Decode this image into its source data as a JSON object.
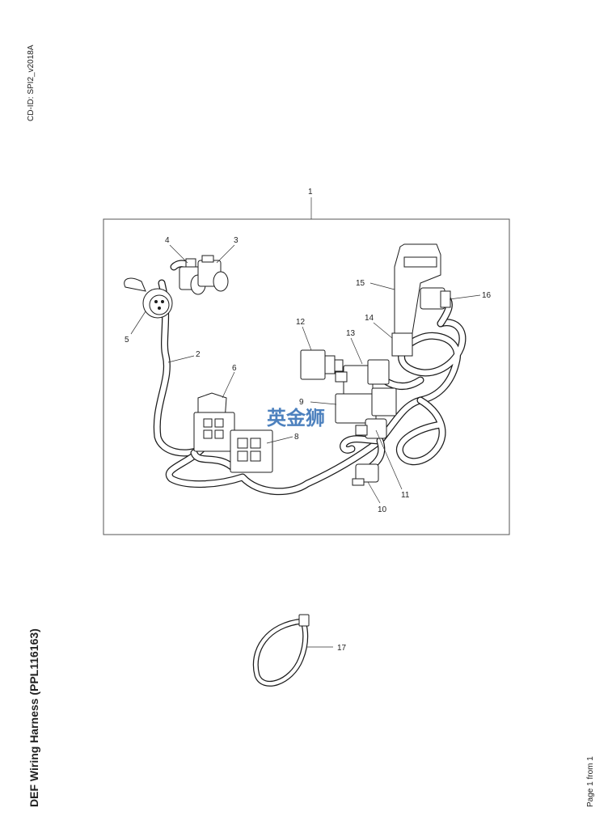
{
  "header": {
    "cd_id": "CD-ID: SPI2_v2018A"
  },
  "footer": {
    "title": "DEF Wiring Harness (PPL116163)",
    "page": "Page 1 from 1"
  },
  "watermark": {
    "text": "英金狮",
    "color": "#3a74b8"
  },
  "diagram": {
    "callouts": {
      "c1": "1",
      "c2": "2",
      "c3": "3",
      "c4": "4",
      "c5": "5",
      "c6": "6",
      "c8": "8",
      "c9": "9",
      "c10": "10",
      "c11": "11",
      "c12": "12",
      "c13": "13",
      "c14": "14",
      "c15": "15",
      "c16": "16",
      "c17": "17"
    }
  }
}
